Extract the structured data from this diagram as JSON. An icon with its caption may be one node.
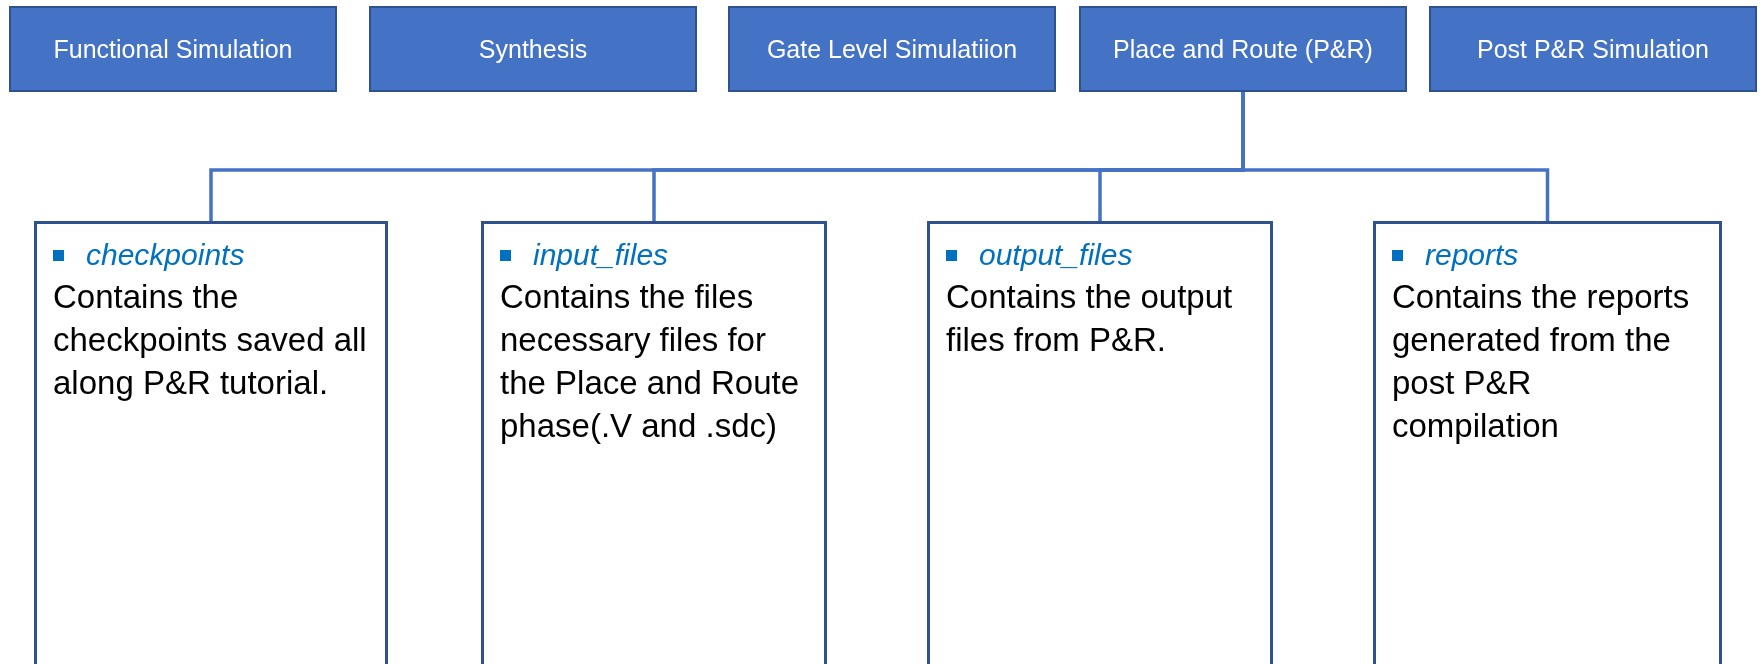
{
  "diagram": {
    "nodes": [
      {
        "text": [
          "Functional Simulation"
        ]
      },
      {
        "text": [
          "Synthesis"
        ]
      },
      {
        "text": [
          "Gate Level Simulatiion"
        ]
      },
      {
        "text": [
          "Place and Route (P&R)"
        ]
      },
      {
        "text": [
          "Post P&R Simulation"
        ]
      },
      {
        "text": [
          "checkpoints",
          "Contains the checkpoints saved all along P&R tutorial."
        ]
      },
      {
        "text": [
          "input_files",
          "Contains the files necessary files for the Place and Route phase(.V and .sdc)"
        ]
      },
      {
        "text": [
          "output_files",
          "Contains the output files from P&R."
        ]
      },
      {
        "text": [
          "reports",
          "Contains the reports generated from the post P&R compilation"
        ]
      }
    ],
    "edges": [
      {
        "from": 3,
        "to": 5,
        "arrow": "none"
      },
      {
        "from": 3,
        "to": 6,
        "arrow": "none"
      },
      {
        "from": 3,
        "to": 7,
        "arrow": "none"
      },
      {
        "from": 3,
        "to": 8,
        "arrow": "none"
      }
    ]
  }
}
